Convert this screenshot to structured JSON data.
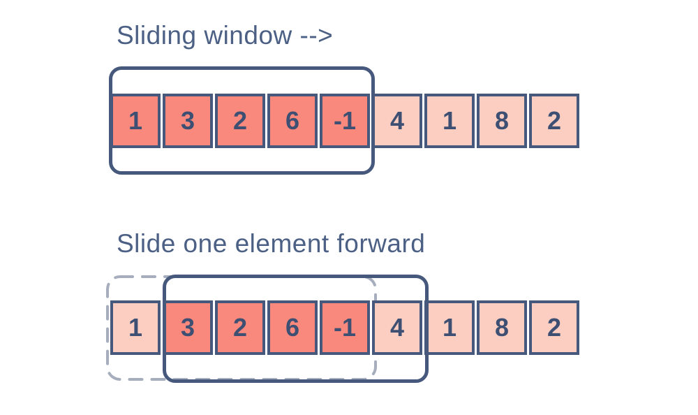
{
  "titles": {
    "top": "Sliding window -->",
    "bottom": "Slide one element forward"
  },
  "array_values": [
    "1",
    "3",
    "2",
    "6",
    "-1",
    "4",
    "1",
    "8",
    "2"
  ],
  "top_row": {
    "highlighted_indices": [
      0,
      1,
      2,
      3,
      4
    ]
  },
  "bottom_row": {
    "highlighted_indices": [
      1,
      2,
      3,
      4
    ]
  },
  "colors": {
    "cell_highlight": "#f9897c",
    "cell_normal": "#fbcec1",
    "outline": "#46587c",
    "number_text": "#3d4f72",
    "title_text": "#4b6084",
    "old_window_dashed": "#a6aebe",
    "background": "#ffffff"
  }
}
